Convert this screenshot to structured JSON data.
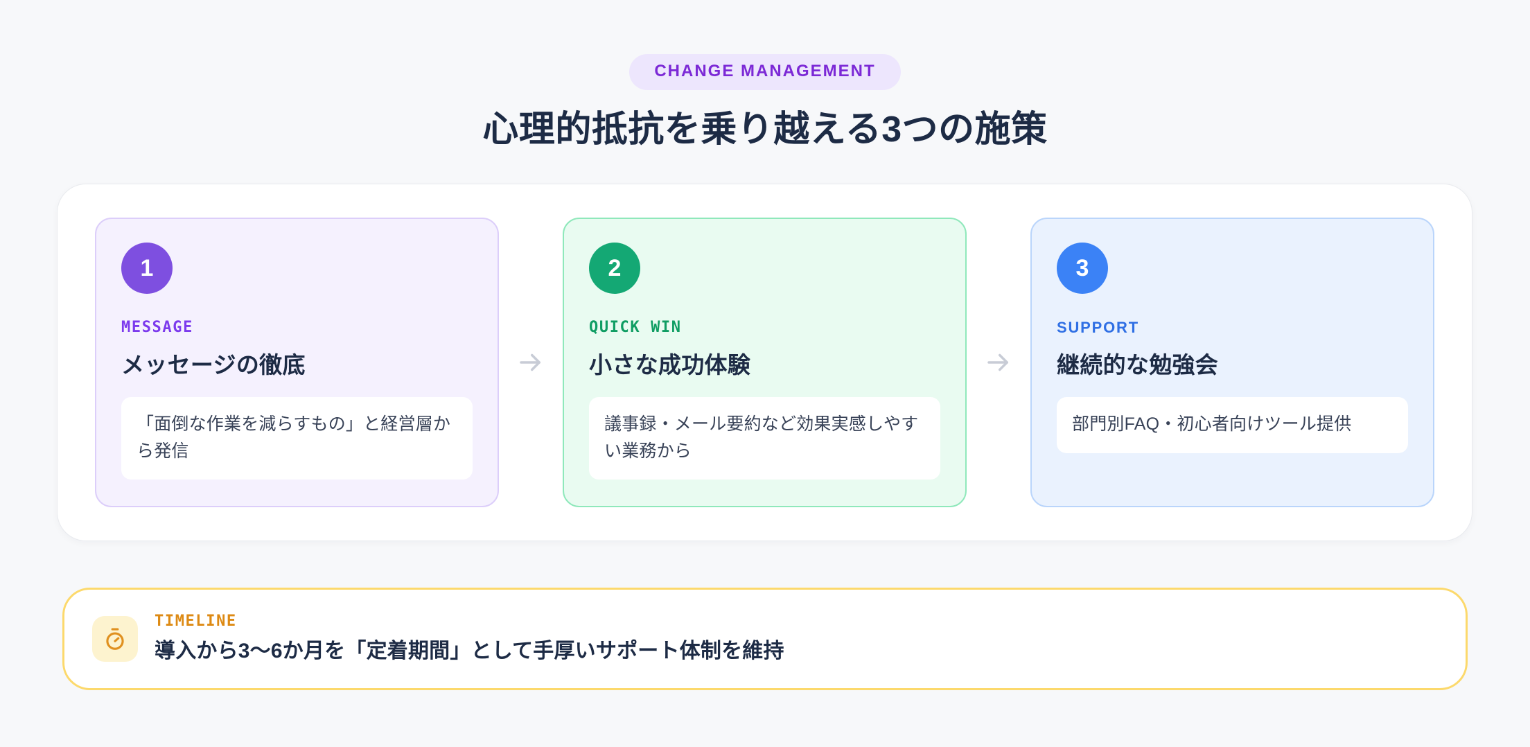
{
  "header": {
    "eyebrow": "CHANGE MANAGEMENT",
    "title": "心理的抵抗を乗り越える3つの施策"
  },
  "panel": {
    "arrow_glyph": "arrow-right-icon",
    "cards": [
      {
        "number": "1",
        "kicker": "MESSAGE",
        "title": "メッセージの徹底",
        "note": "「面倒な作業を減らすもの」と経営層から発信",
        "accent": "#7e4fe0",
        "bg": "#f5f1fe",
        "border": "#dccefa"
      },
      {
        "number": "2",
        "kicker": "QUICK WIN",
        "title": "小さな成功体験",
        "note": "議事録・メール要約など効果実感しやすい業務から",
        "accent": "#14a874",
        "bg": "#e9fbf1",
        "border": "#8fe8bb"
      },
      {
        "number": "3",
        "kicker": "SUPPORT",
        "title": "継続的な勉強会",
        "note": "部門別FAQ・初心者向けツール提供",
        "accent": "#3b82f6",
        "bg": "#eaf2fe",
        "border": "#bad5fb"
      }
    ]
  },
  "timeline": {
    "icon": "stopwatch-icon",
    "kicker": "TIMELINE",
    "title": "導入から3〜6か月を「定着期間」として手厚いサポート体制を維持",
    "border_color": "#fcd96c",
    "icon_bg": "#fdf3cf",
    "icon_color": "#e0901f",
    "kicker_color": "#dd8a14"
  },
  "colors": {
    "page_bg": "#f7f8fa",
    "panel_bg": "#ffffff",
    "text_dark": "#1d2b45",
    "pill_bg": "#ede6fd",
    "pill_text": "#7c29d6",
    "arrow": "#c8ccd6"
  }
}
